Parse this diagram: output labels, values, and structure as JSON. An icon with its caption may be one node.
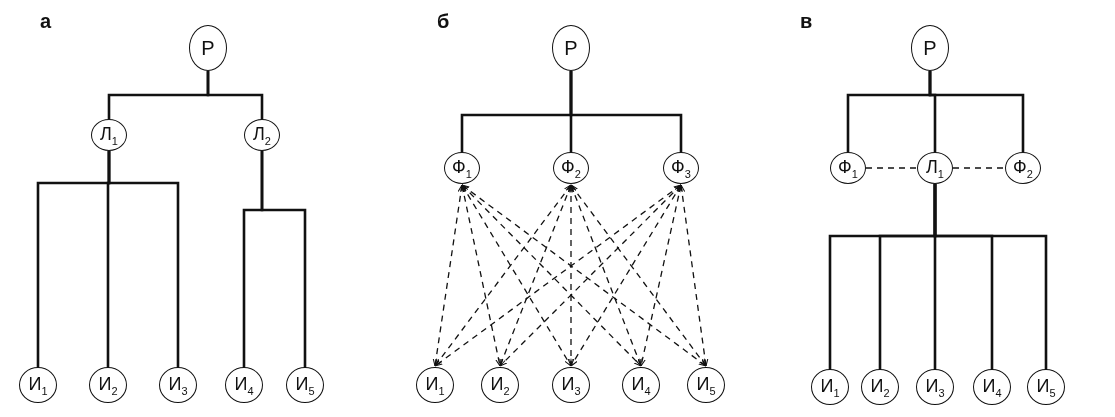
{
  "diagram": {
    "nodes": [
      {
        "text": [
          "Р"
        ]
      },
      {
        "text": [
          "Л$_{1}$"
        ]
      },
      {
        "text": [
          "Л$_{2}$"
        ]
      },
      {
        "text": [
          "И$_{1}$"
        ]
      },
      {
        "text": [
          "И$_{2}$"
        ]
      },
      {
        "text": [
          "И$_{3}$"
        ]
      },
      {
        "text": [
          "И$_{4}$"
        ]
      },
      {
        "text": [
          "И$_{5}$"
        ]
      },
      {
        "text": [
          "Р"
        ]
      },
      {
        "text": [
          "Ф$_{1}$"
        ]
      },
      {
        "text": [
          "Ф$_{2}$"
        ]
      },
      {
        "text": [
          "Ф$_{3}$"
        ]
      },
      {
        "text": [
          "И$_{1}$"
        ]
      },
      {
        "text": [
          "И$_{2}$"
        ]
      },
      {
        "text": [
          "И$_{3}$"
        ]
      },
      {
        "text": [
          "И$_{4}$"
        ]
      },
      {
        "text": [
          "И$_{5}$"
        ]
      },
      {
        "text": [
          "Р"
        ]
      },
      {
        "text": [
          "Ф$_{1}$"
        ]
      },
      {
        "text": [
          "Л$_{1}$"
        ]
      },
      {
        "text": [
          "Ф$_{2}$"
        ]
      },
      {
        "text": [
          "И$_{1}$"
        ]
      },
      {
        "text": [
          "И$_{2}$"
        ]
      },
      {
        "text": [
          "И$_{3}$"
        ]
      },
      {
        "text": [
          "И$_{4}$"
        ]
      },
      {
        "text": [
          "И$_{5}$"
        ]
      }
    ],
    "edges": [
      {
        "from": 0,
        "to": 1,
        "arrow": "none"
      },
      {
        "from": 0,
        "to": 2,
        "arrow": "none"
      },
      {
        "from": 1,
        "to": 3,
        "arrow": "none"
      },
      {
        "from": 1,
        "to": 4,
        "arrow": "none"
      },
      {
        "from": 1,
        "to": 5,
        "arrow": "none"
      },
      {
        "from": 2,
        "to": 6,
        "arrow": "none"
      },
      {
        "from": 2,
        "to": 7,
        "arrow": "none"
      },
      {
        "from": 8,
        "to": 9,
        "arrow": "none"
      },
      {
        "from": 8,
        "to": 10,
        "arrow": "none"
      },
      {
        "from": 8,
        "to": 11,
        "arrow": "none"
      },
      {
        "from": 9,
        "to": 12,
        "arrow": "both",
        "style": "dashed"
      },
      {
        "from": 9,
        "to": 13,
        "arrow": "both",
        "style": "dashed"
      },
      {
        "from": 9,
        "to": 14,
        "arrow": "both",
        "style": "dashed"
      },
      {
        "from": 9,
        "to": 15,
        "arrow": "both",
        "style": "dashed"
      },
      {
        "from": 9,
        "to": 16,
        "arrow": "both",
        "style": "dashed"
      },
      {
        "from": 10,
        "to": 12,
        "arrow": "both",
        "style": "dashed"
      },
      {
        "from": 10,
        "to": 13,
        "arrow": "both",
        "style": "dashed"
      },
      {
        "from": 10,
        "to": 14,
        "arrow": "both",
        "style": "dashed"
      },
      {
        "from": 10,
        "to": 15,
        "arrow": "both",
        "style": "dashed"
      },
      {
        "from": 10,
        "to": 16,
        "arrow": "both",
        "style": "dashed"
      },
      {
        "from": 11,
        "to": 12,
        "arrow": "both",
        "style": "dashed"
      },
      {
        "from": 11,
        "to": 13,
        "arrow": "both",
        "style": "dashed"
      },
      {
        "from": 11,
        "to": 14,
        "arrow": "both",
        "style": "dashed"
      },
      {
        "from": 11,
        "to": 15,
        "arrow": "both",
        "style": "dashed"
      },
      {
        "from": 11,
        "to": 16,
        "arrow": "both",
        "style": "dashed"
      },
      {
        "from": 17,
        "to": 18,
        "arrow": "none"
      },
      {
        "from": 17,
        "to": 19,
        "arrow": "none"
      },
      {
        "from": 17,
        "to": 20,
        "arrow": "none"
      },
      {
        "from": 18,
        "to": 19,
        "arrow": "none",
        "style": "dashed"
      },
      {
        "from": 19,
        "to": 20,
        "arrow": "none",
        "style": "dashed"
      },
      {
        "from": 19,
        "to": 21,
        "arrow": "none"
      },
      {
        "from": 19,
        "to": 22,
        "arrow": "none"
      },
      {
        "from": 19,
        "to": 23,
        "arrow": "none"
      },
      {
        "from": 19,
        "to": 24,
        "arrow": "none"
      },
      {
        "from": 19,
        "to": 25,
        "arrow": "none"
      }
    ],
    "labels": [
      "а",
      "б",
      "в"
    ]
  }
}
